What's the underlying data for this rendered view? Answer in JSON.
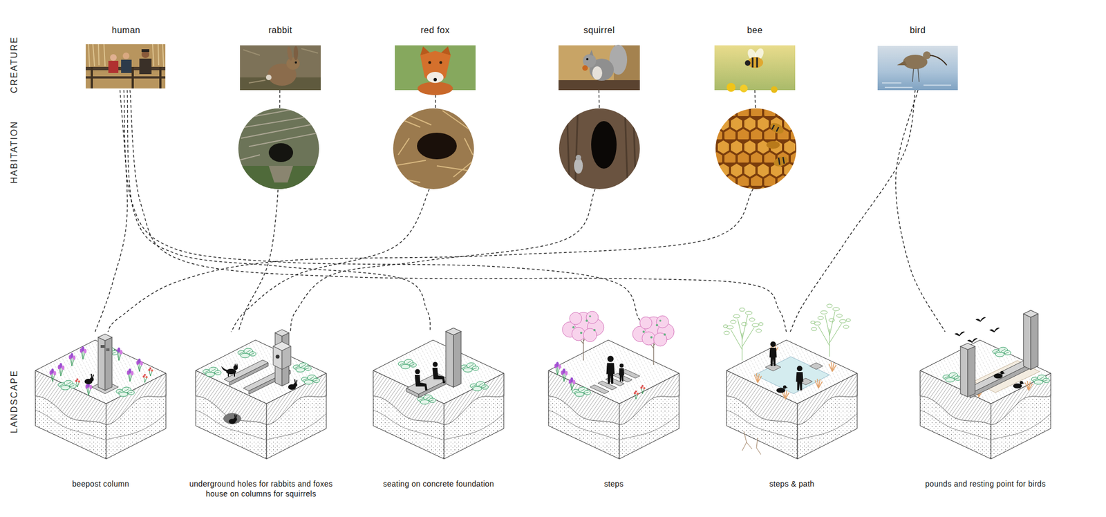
{
  "diagram": {
    "nodes": [
      {
        "text": [
          "human"
        ]
      },
      {
        "text": [
          "rabbit"
        ]
      },
      {
        "text": [
          "red fox"
        ]
      },
      {
        "text": [
          "squirrel"
        ]
      },
      {
        "text": [
          "bee"
        ]
      },
      {
        "text": [
          "bird"
        ]
      },
      {
        "text": [
          "beepost column"
        ]
      },
      {
        "text": [
          "underground holes for rabbits and foxes house on columns for squirrels"
        ]
      },
      {
        "text": [
          "seating on concrete foundation"
        ]
      },
      {
        "text": [
          "steps"
        ]
      },
      {
        "text": [
          "steps & path"
        ]
      },
      {
        "text": [
          "pounds and resting point for birds"
        ]
      }
    ],
    "edges": [
      {
        "from": 0,
        "to": 6,
        "arrow": "none"
      },
      {
        "from": 0,
        "to": 8,
        "arrow": "none"
      },
      {
        "from": 0,
        "to": 9,
        "arrow": "none"
      },
      {
        "from": 0,
        "to": 10,
        "arrow": "none"
      },
      {
        "from": 1,
        "to": 7,
        "arrow": "none"
      },
      {
        "from": 2,
        "to": 7,
        "arrow": "none"
      },
      {
        "from": 3,
        "to": 7,
        "arrow": "none"
      },
      {
        "from": 4,
        "to": 6,
        "arrow": "none"
      },
      {
        "from": 5,
        "to": 10,
        "arrow": "none"
      },
      {
        "from": 5,
        "to": 11,
        "arrow": "none"
      }
    ],
    "labels": [
      "CREATURE",
      "HABITATION",
      "LANDSCAPE"
    ]
  }
}
